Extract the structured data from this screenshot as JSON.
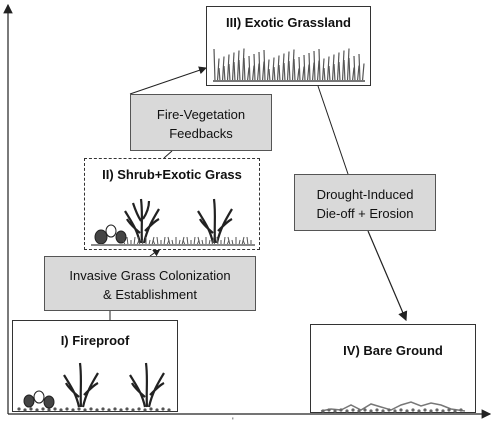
{
  "states": {
    "fireproof": {
      "label": "I) Fireproof"
    },
    "shrub_exotic": {
      "label": "II) Shrub+Exotic Grass"
    },
    "exotic_grassland": {
      "label": "III) Exotic Grassland"
    },
    "bare_ground": {
      "label": "IV) Bare Ground"
    }
  },
  "processes": {
    "colonization": {
      "line1": "Invasive Grass Colonization",
      "line2": "& Establishment"
    },
    "feedbacks": {
      "line1": "Fire-Vegetation",
      "line2": "Feedbacks"
    },
    "dieoff": {
      "line1": "Drought-Induced",
      "line2": "Die-off + Erosion"
    }
  },
  "axis": {
    "tick_label": "'"
  }
}
